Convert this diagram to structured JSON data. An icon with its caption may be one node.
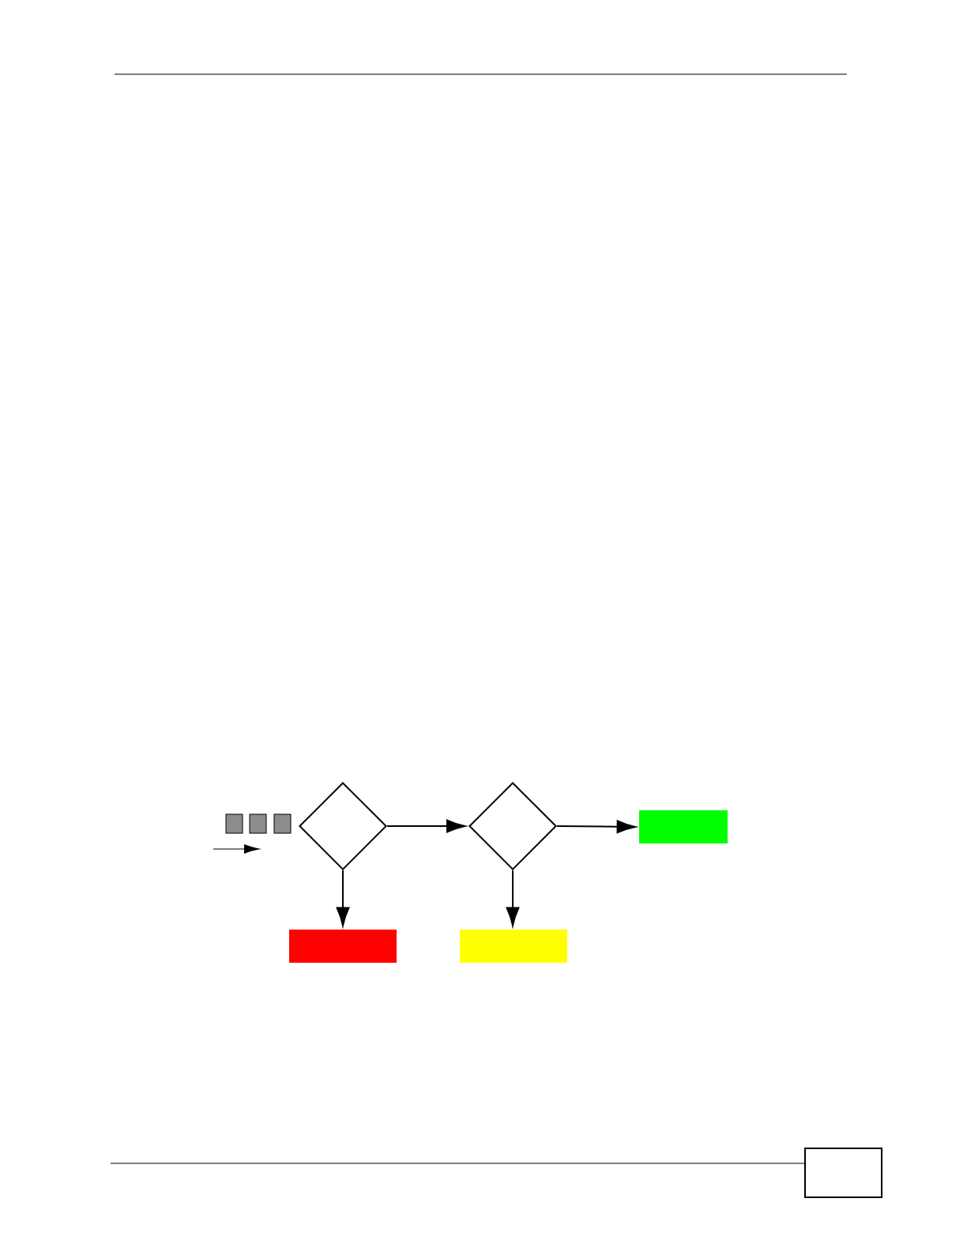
{
  "diagram": {
    "nodes": [
      {
        "text": [],
        "shape": "diamond"
      },
      {
        "text": [],
        "shape": "diamond"
      },
      {
        "text": [],
        "shape": "box"
      },
      {
        "text": [],
        "shape": "box"
      },
      {
        "text": [],
        "shape": "box"
      }
    ],
    "edges": [
      {
        "from": 0,
        "to": 1,
        "arrow": "to"
      },
      {
        "from": 1,
        "to": 2,
        "arrow": "to"
      },
      {
        "from": 0,
        "to": 3,
        "arrow": "to"
      },
      {
        "from": 1,
        "to": 4,
        "arrow": "to"
      }
    ]
  }
}
